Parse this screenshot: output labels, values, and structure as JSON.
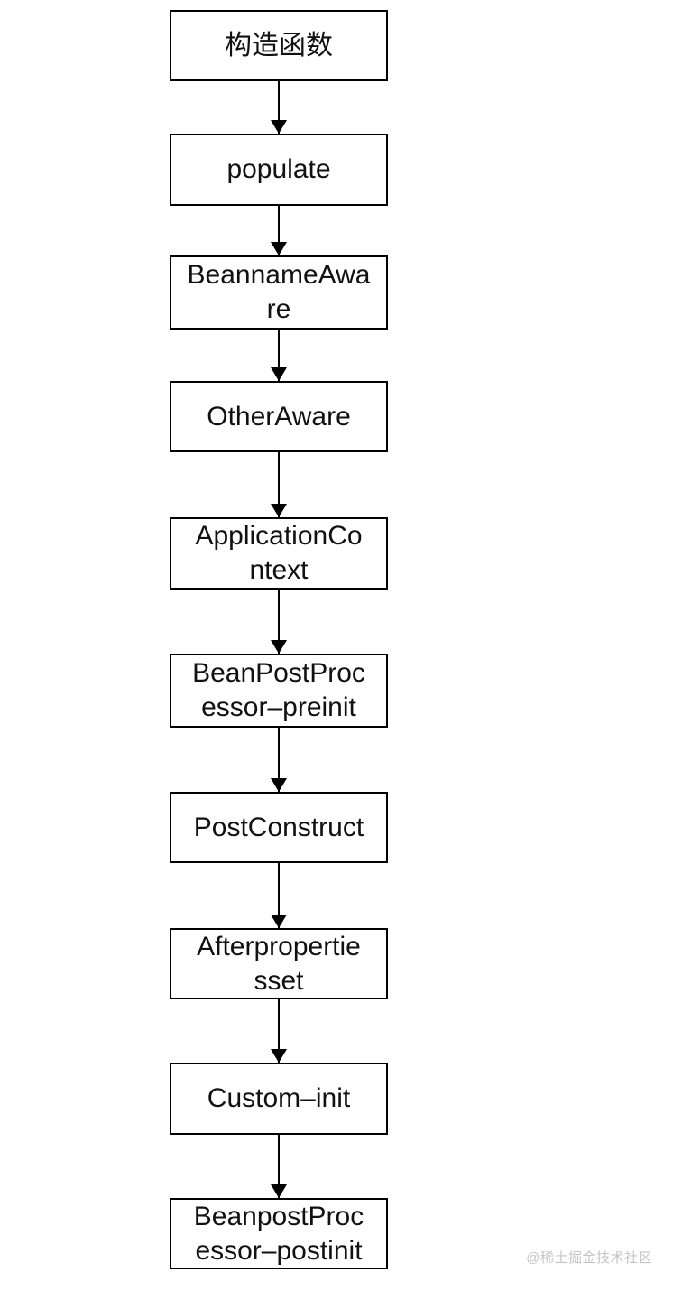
{
  "diagram": {
    "title_implied": "Bean lifecycle flow",
    "boxes": [
      {
        "id": "constructor",
        "label": "构造函数"
      },
      {
        "id": "populate",
        "label": "populate"
      },
      {
        "id": "beanname-aware",
        "label": "BeannameAwa\nre"
      },
      {
        "id": "other-aware",
        "label": "OtherAware"
      },
      {
        "id": "application-context",
        "label": "ApplicationCo\nntext"
      },
      {
        "id": "beanpostprocessor-preinit",
        "label": "BeanPostProc\nessor–preinit"
      },
      {
        "id": "postconstruct",
        "label": "PostConstruct"
      },
      {
        "id": "afterpropertiesset",
        "label": "Afterpropertie\nsset"
      },
      {
        "id": "custom-init",
        "label": "Custom–init"
      },
      {
        "id": "beanpostprocessor-postinit",
        "label": "BeanpostProc\nessor–postinit"
      }
    ],
    "watermark": "@稀土掘金技术社区",
    "colors": {
      "background": "#ffffff",
      "box_border": "#000000",
      "box_fill": "#ffffff",
      "text": "#111111",
      "arrow": "#000000",
      "watermark": "#c4c4c6"
    }
  }
}
